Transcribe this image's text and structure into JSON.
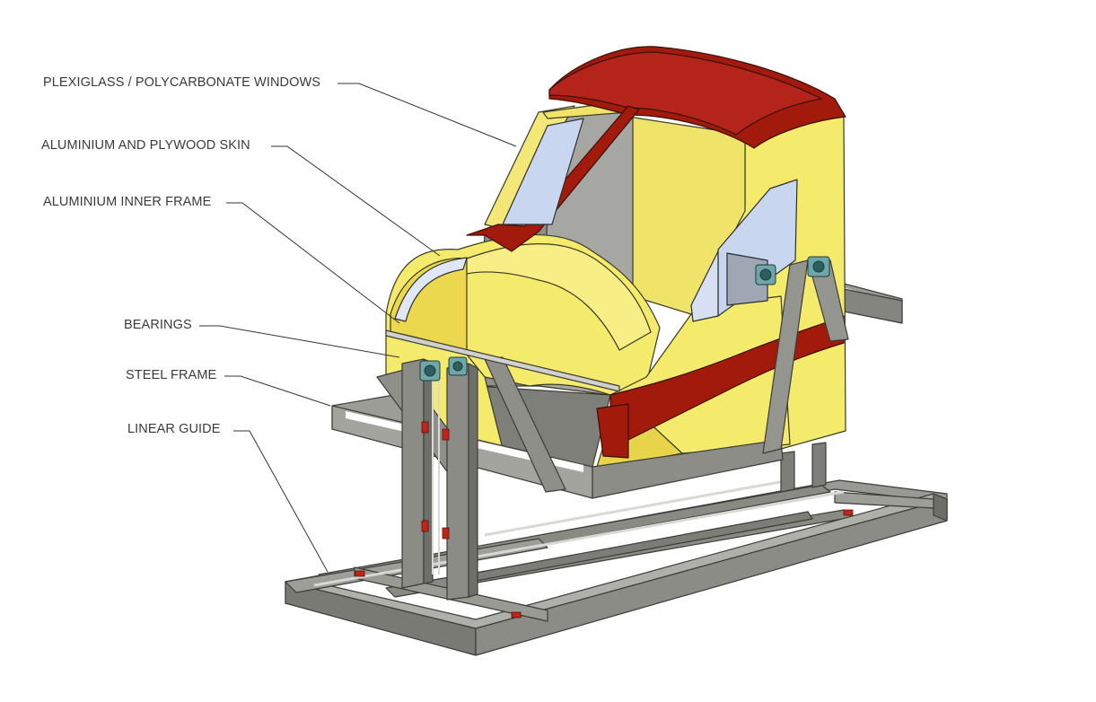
{
  "diagram": {
    "subject": "simulator cabin on motion base",
    "callouts": [
      {
        "id": "windows",
        "label": "PLEXIGLASS / POLYCARBONATE WINDOWS"
      },
      {
        "id": "skin",
        "label": "ALUMINIUM AND PLYWOOD SKIN"
      },
      {
        "id": "inner-frame",
        "label": "ALUMINIUM INNER FRAME"
      },
      {
        "id": "bearings",
        "label": "BEARINGS"
      },
      {
        "id": "steel-frame",
        "label": "STEEL FRAME"
      },
      {
        "id": "linear-guide",
        "label": "LINEAR GUIDE"
      }
    ]
  },
  "colors": {
    "skin_yellow": "#f4ea6c",
    "skin_yellow_shade": "#e6d24e",
    "stripe_red": "#a11a0c",
    "steel_grey": "#8f8f88",
    "steel_dark": "#6b6b66",
    "window_blue": "#c9d6ef",
    "interior_grey": "#a6a6a2",
    "bearing_teal": "#6fa7a8",
    "leader_line": "#333333"
  }
}
